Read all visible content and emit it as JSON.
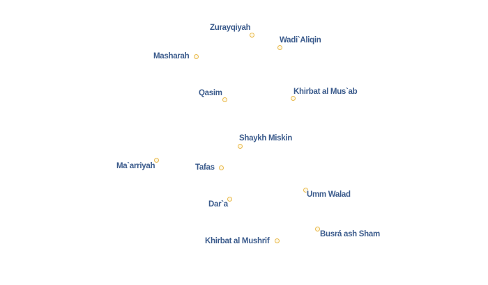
{
  "map": {
    "colors": {
      "label": "#3b5b8c",
      "marker_stroke": "#e8b94a",
      "marker_fill": "#fff8e6",
      "background": "#ffffff"
    },
    "places": [
      {
        "name": "Zurayqiyah"
      },
      {
        "name": "Wadi`Aliqin"
      },
      {
        "name": "Masharah"
      },
      {
        "name": "Qasim"
      },
      {
        "name": "Khirbat al Mus`ab"
      },
      {
        "name": "Shaykh Miskin"
      },
      {
        "name": "Ma`arriyah"
      },
      {
        "name": "Tafas"
      },
      {
        "name": "Umm Walad"
      },
      {
        "name": "Dar`a"
      },
      {
        "name": "Busrá ash Sham"
      },
      {
        "name": "Khirbat al Mushrif"
      }
    ]
  }
}
